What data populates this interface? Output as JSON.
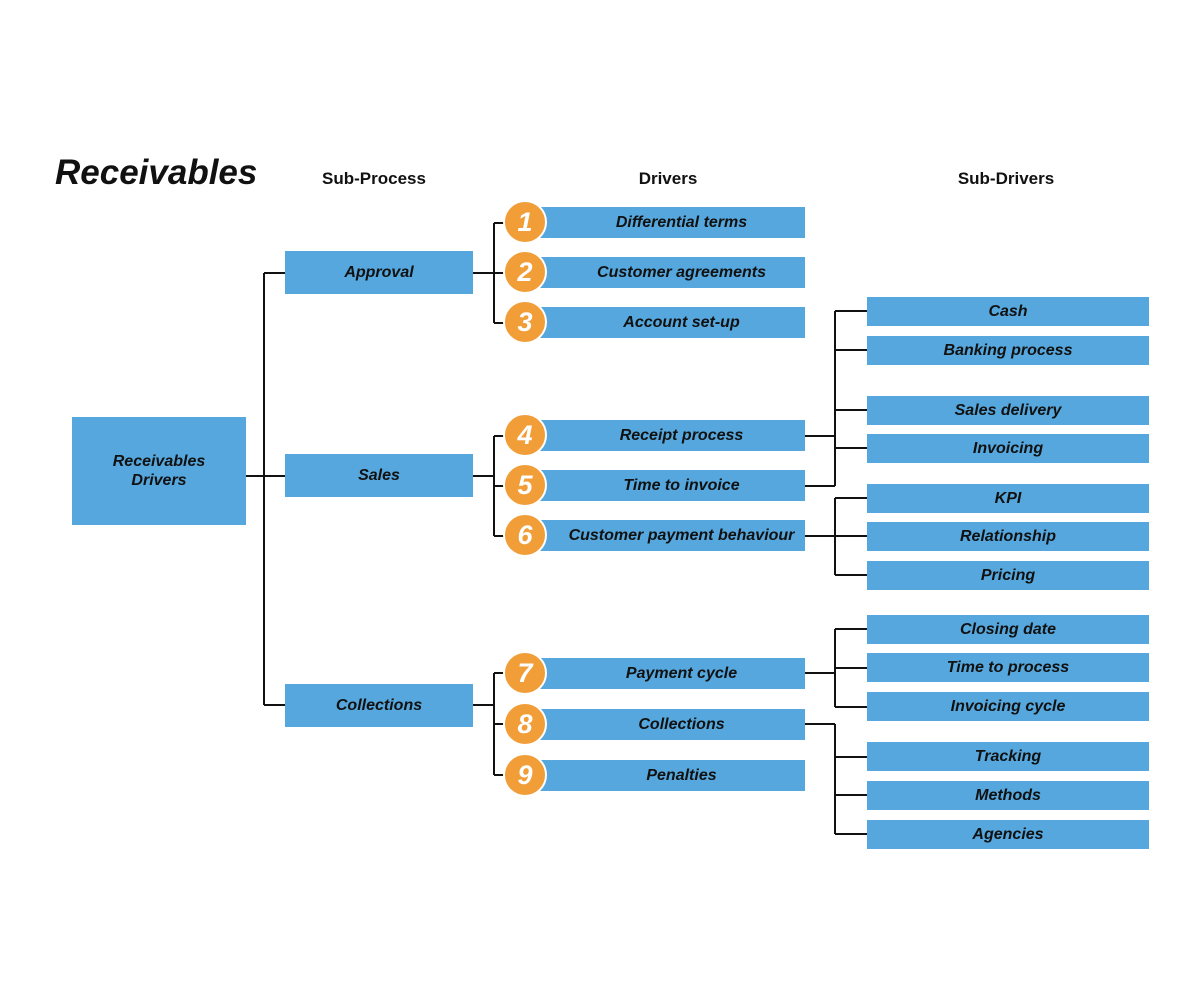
{
  "title": "Receivables",
  "columns": {
    "subprocess": "Sub-Process",
    "drivers": "Drivers",
    "subdrivers": "Sub-Drivers"
  },
  "root": "Receivables Drivers",
  "subprocesses": [
    "Approval",
    "Sales",
    "Collections"
  ],
  "drivers": [
    {
      "num": "1",
      "label": "Differential terms"
    },
    {
      "num": "2",
      "label": "Customer agreements"
    },
    {
      "num": "3",
      "label": "Account set-up"
    },
    {
      "num": "4",
      "label": "Receipt process"
    },
    {
      "num": "5",
      "label": "Time to invoice"
    },
    {
      "num": "6",
      "label": "Customer payment behaviour"
    },
    {
      "num": "7",
      "label": "Payment cycle"
    },
    {
      "num": "8",
      "label": "Collections"
    },
    {
      "num": "9",
      "label": "Penalties"
    }
  ],
  "subdrivers": [
    "Cash",
    "Banking process",
    "Sales delivery",
    "Invoicing",
    "KPI",
    "Relationship",
    "Pricing",
    "Closing date",
    "Time to process",
    "Invoicing cycle",
    "Tracking",
    "Methods",
    "Agencies"
  ],
  "colors": {
    "box": "#55A7DD",
    "badge": "#F19D38",
    "line": "#111111"
  }
}
